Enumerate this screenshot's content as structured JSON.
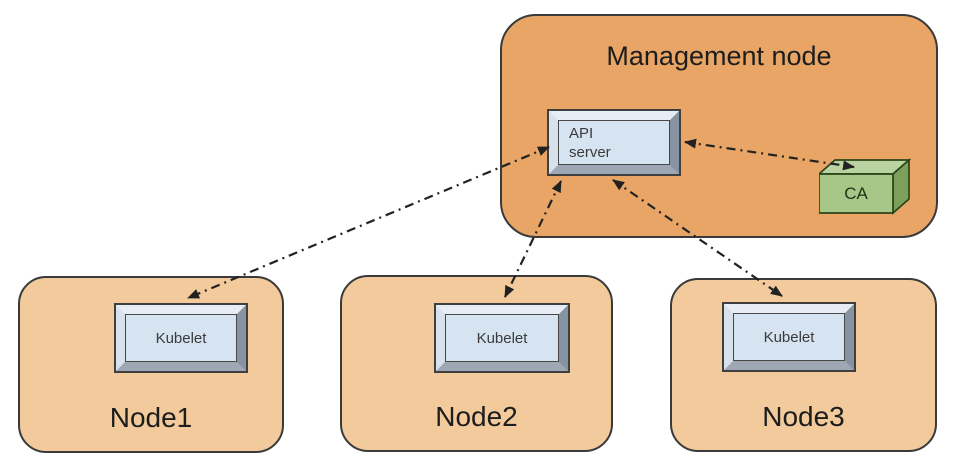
{
  "management_node": {
    "title": "Management node",
    "api_server": {
      "label": "API server"
    },
    "ca": {
      "label": "CA"
    }
  },
  "worker_nodes": [
    {
      "label": "Node1",
      "component": "Kubelet"
    },
    {
      "label": "Node2",
      "component": "Kubelet"
    },
    {
      "label": "Node3",
      "component": "Kubelet"
    }
  ],
  "connections": [
    {
      "from": "api-server",
      "to": "kubelet-node1",
      "style": "dash-dot",
      "bidirectional": true
    },
    {
      "from": "api-server",
      "to": "kubelet-node2",
      "style": "dash-dot",
      "bidirectional": true
    },
    {
      "from": "api-server",
      "to": "kubelet-node3",
      "style": "dash-dot",
      "bidirectional": true
    },
    {
      "from": "api-server",
      "to": "ca",
      "style": "dash-dot",
      "bidirectional": true
    }
  ],
  "colors": {
    "management_fill": "#e8a566",
    "worker_fill": "#f2ca9c",
    "box_border": "#3a3a3a",
    "device_panel": "#d6e4f2",
    "ca_front": "#a6c787",
    "ca_top": "#bad4a1",
    "ca_side": "#7ca05c",
    "arrow": "#222222"
  }
}
